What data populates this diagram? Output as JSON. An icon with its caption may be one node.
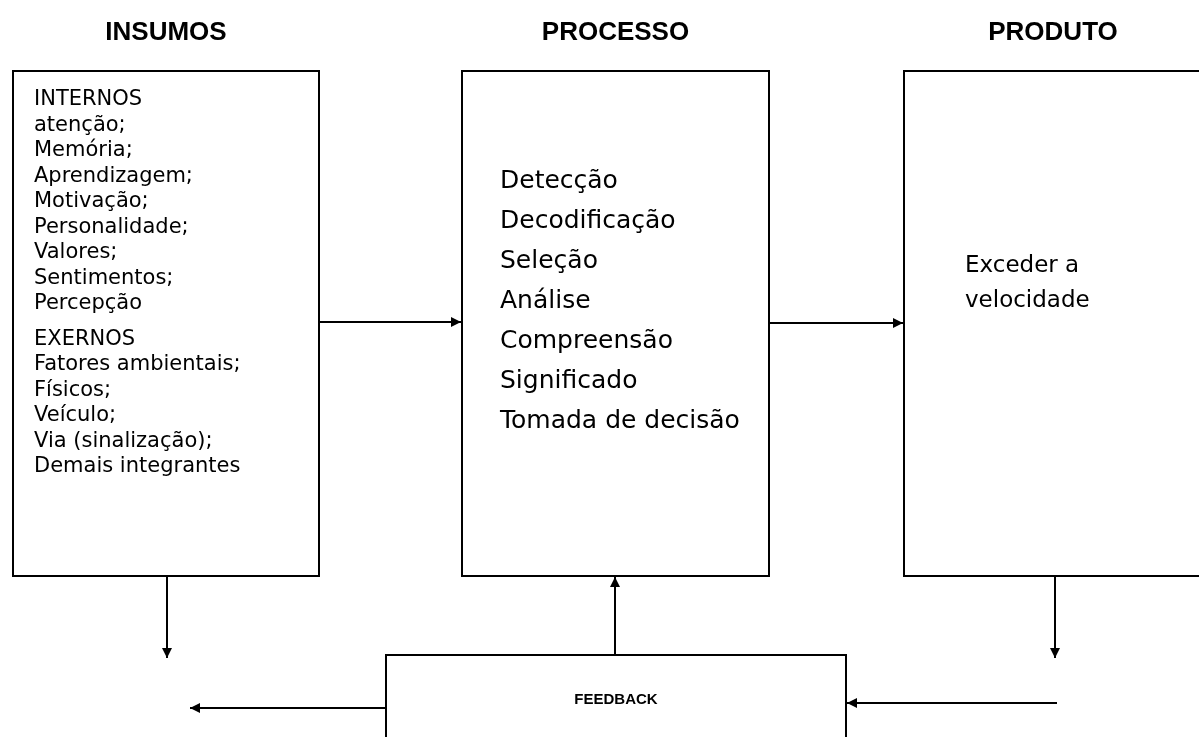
{
  "diagram": {
    "nodes": [
      {
        "text": [
          "INSUMOS",
          "INTERNOS",
          "atenção;",
          "Memória;",
          "Aprendizagem;",
          "Motivação;",
          "Personalidade;",
          "Valores;",
          "Sentimentos;",
          "Percepção",
          "EXERNOS",
          "Fatores ambientais;",
          "Físicos;",
          "Veículo;",
          "Via (sinalização);",
          "Demais integrantes"
        ]
      },
      {
        "text": [
          "PROCESSO",
          "Detecção",
          "Decodificação",
          "Seleção",
          "Análise",
          "Compreensão",
          "Significado",
          "Tomada de decisão"
        ]
      },
      {
        "text": [
          "PRODUTO",
          "Exceder a velocidade"
        ]
      },
      {
        "text": [
          "FEEDBACK"
        ]
      }
    ],
    "edges": [
      {
        "from": 0,
        "to": 1,
        "arrow": "to"
      },
      {
        "from": 1,
        "to": 2,
        "arrow": "to"
      },
      {
        "from": 3,
        "to": 1,
        "arrow": "to"
      },
      {
        "from": 0,
        "to": null,
        "arrow": "to"
      },
      {
        "from": 2,
        "to": null,
        "arrow": "to"
      },
      {
        "from": null,
        "to": 3,
        "arrow": "to"
      },
      {
        "from": 3,
        "to": null,
        "arrow": "to"
      }
    ]
  }
}
